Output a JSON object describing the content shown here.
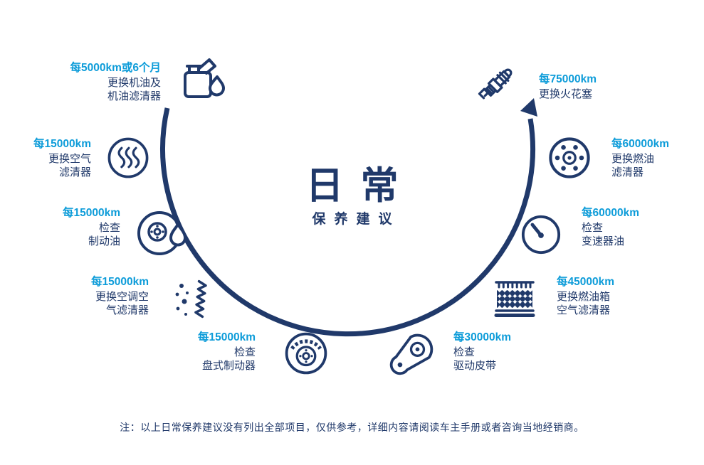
{
  "title": {
    "main": "日常",
    "sub": "保养建议"
  },
  "items": [
    {
      "icon": "oil-can-icon",
      "interval": "每5000km或6个月",
      "lines": [
        "更换机油及",
        "机油滤清器"
      ]
    },
    {
      "icon": "air-filter-icon",
      "interval": "每15000km",
      "lines": [
        "更换空气",
        "滤清器"
      ]
    },
    {
      "icon": "brake-fluid-icon",
      "interval": "每15000km",
      "lines": [
        "检查",
        "制动油"
      ]
    },
    {
      "icon": "cabin-filter-icon",
      "interval": "每15000km",
      "lines": [
        "更换空调空",
        "气滤清器"
      ]
    },
    {
      "icon": "disc-brake-icon",
      "interval": "每15000km",
      "lines": [
        "检查",
        "盘式制动器"
      ]
    },
    {
      "icon": "drive-belt-icon",
      "interval": "每30000km",
      "lines": [
        "检查",
        "驱动皮带"
      ]
    },
    {
      "icon": "fuel-tank-filter-icon",
      "interval": "每45000km",
      "lines": [
        "更换燃油箱",
        "空气滤清器"
      ]
    },
    {
      "icon": "gauge-icon",
      "interval": "每60000km",
      "lines": [
        "检查",
        "变速器油"
      ]
    },
    {
      "icon": "fuel-filter-icon",
      "interval": "每60000km",
      "lines": [
        "更换燃油",
        "滤清器"
      ]
    },
    {
      "icon": "spark-plug-icon",
      "interval": "每75000km",
      "lines": [
        "更换火花塞"
      ]
    }
  ],
  "note": "注：以上日常保养建议没有列出全部项目，仅供参考，详细内容请阅读车主手册或者咨询当地经销商。",
  "colors": {
    "accent": "#0d9cd9",
    "navy": "#20396a"
  }
}
